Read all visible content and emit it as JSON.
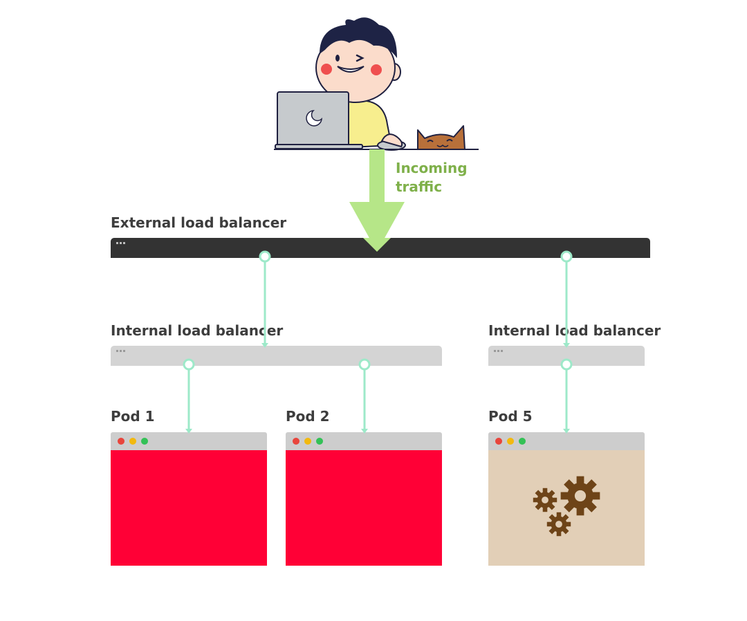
{
  "incoming_traffic_label": "Incoming\ntraffic",
  "external_lb": {
    "label": "External load balancer"
  },
  "internal_lbs": [
    {
      "label": "Internal load balancer"
    },
    {
      "label": "Internal load balancer"
    }
  ],
  "pods": [
    {
      "label": "Pod 1",
      "state": "error"
    },
    {
      "label": "Pod 2",
      "state": "error"
    },
    {
      "label": "Pod 5",
      "state": "working",
      "icon": "gears-icon"
    }
  ],
  "colors": {
    "external_bar": "#333333",
    "internal_bar": "#d4d4d4",
    "pod_error": "#ff0036",
    "pod_working": "#e2cfb7",
    "connector": "#9de9c9",
    "traffic_arrow": "#b6e688",
    "traffic_text": "#7fb04a",
    "gear": "#6e4418",
    "window_red": "#e8453c",
    "window_yellow": "#f2b90f",
    "window_green": "#33c156"
  }
}
